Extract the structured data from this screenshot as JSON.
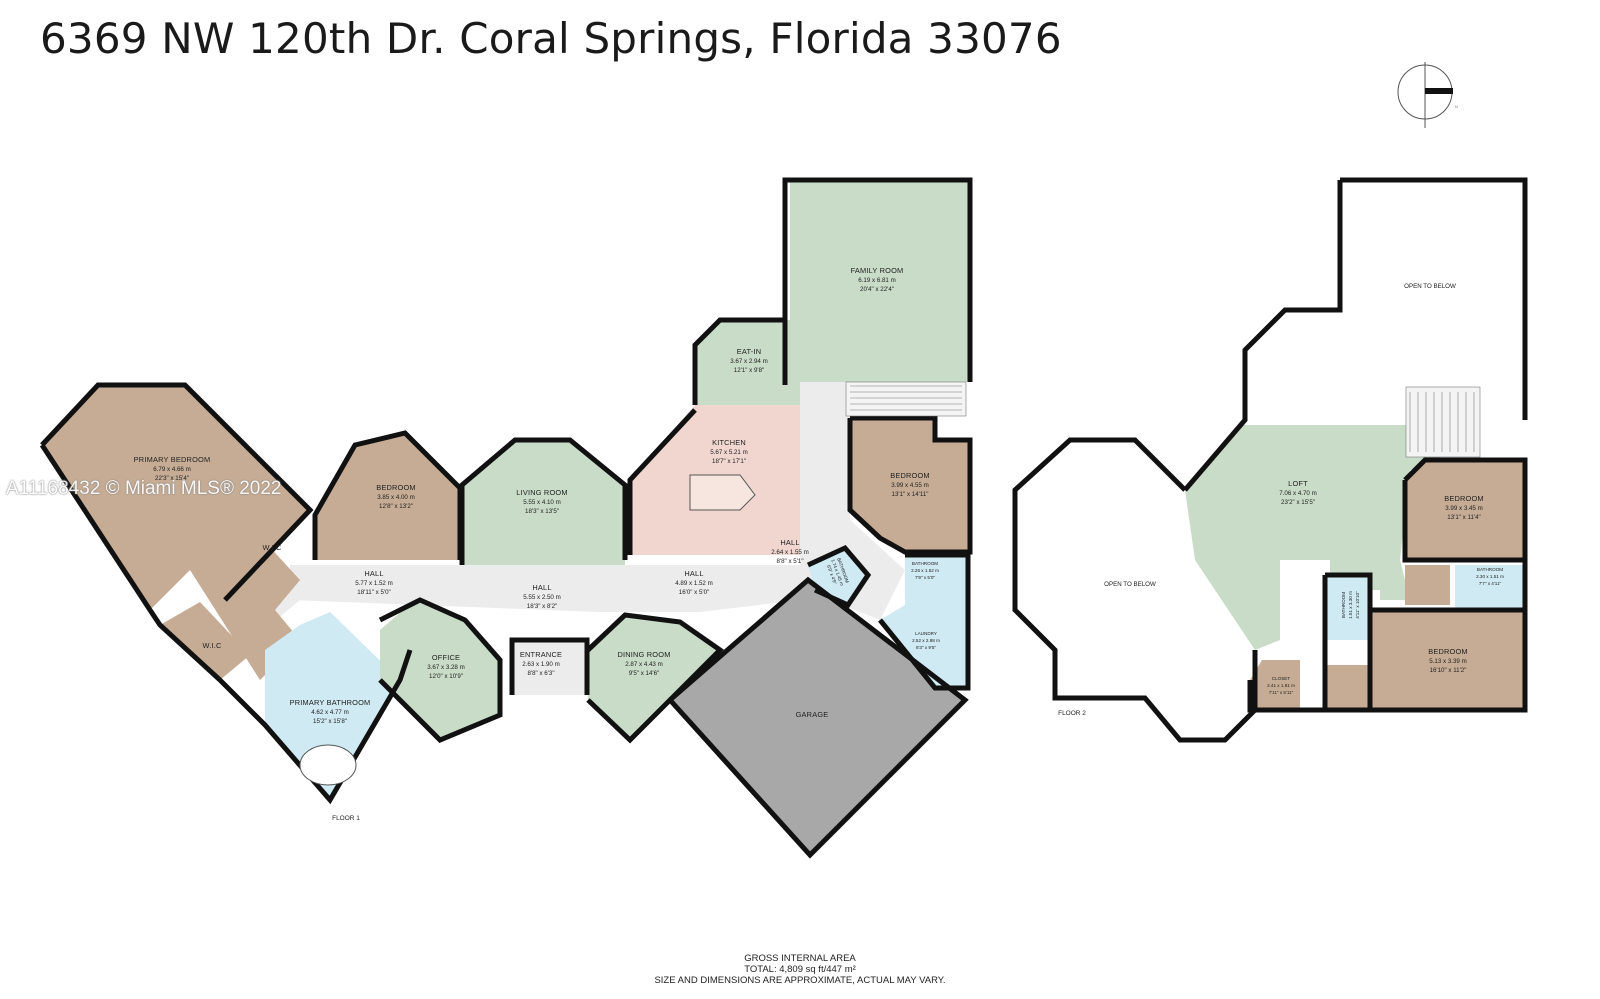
{
  "title": "6369 NW 120th Dr. Coral Springs, Florida 33076",
  "watermark": "A11168432 © Miami MLS® 2022",
  "compass": {
    "label": "N"
  },
  "colors": {
    "green": "#c8dcc8",
    "tan": "#c6ac94",
    "blue": "#cfeaf3",
    "pink": "#f0d6ce",
    "gray": "#a8a8a8",
    "hall": "#ececec"
  },
  "floor1": {
    "label": "FLOOR 1",
    "rooms": {
      "primary_bedroom": {
        "name": "PRIMARY BEDROOM",
        "metric": "6.79 x 4.66 m",
        "imperial": "22'3\" x 15'4\""
      },
      "bedroom_a": {
        "name": "BEDROOM",
        "metric": "3.85 x 4.00 m",
        "imperial": "12'8\" x 13'2\""
      },
      "living_room": {
        "name": "LIVING ROOM",
        "metric": "5.55 x 4.10 m",
        "imperial": "18'3\" x 13'5\""
      },
      "kitchen": {
        "name": "KITCHEN",
        "metric": "5.67 x 5.21 m",
        "imperial": "18'7\" x 17'1\""
      },
      "eat_in": {
        "name": "EAT-IN",
        "metric": "3.67 x 2.94 m",
        "imperial": "12'1\" x 9'8\""
      },
      "family_room": {
        "name": "FAMILY ROOM",
        "metric": "6.19 x 6.81 m",
        "imperial": "20'4\" x 22'4\""
      },
      "bedroom_b": {
        "name": "BEDROOM",
        "metric": "3.99 x 4.55 m",
        "imperial": "13'1\" x 14'11\""
      },
      "hall_right": {
        "name": "HALL",
        "metric": "2.64 x 1.55 m",
        "imperial": "8'8\" x 5'1\""
      },
      "bathroom_small": {
        "name": "BATHROOM",
        "metric": "1.74 x 1.45 m",
        "imperial": "5'9\" x 4'9\""
      },
      "bathroom_b": {
        "name": "BATHROOM",
        "metric": "2.26 x 1.52 m",
        "imperial": "7'9\" x 5'0\""
      },
      "laundry": {
        "name": "LAUNDRY",
        "metric": "2.52 x 2.88 m",
        "imperial": "8'3\" x 9'5\""
      },
      "hall_left": {
        "name": "HALL",
        "metric": "5.77 x 1.52 m",
        "imperial": "18'11\" x 5'0\""
      },
      "hall_center": {
        "name": "HALL",
        "metric": "5.55 x 2.50 m",
        "imperial": "18'3\" x 8'2\""
      },
      "hall_mid": {
        "name": "HALL",
        "metric": "4.89 x 1.52 m",
        "imperial": "16'0\" x 5'0\""
      },
      "wic_a": {
        "name": "W.I.C"
      },
      "wic_b": {
        "name": "W.I.C"
      },
      "office": {
        "name": "OFFICE",
        "metric": "3.67 x 3.28 m",
        "imperial": "12'0\" x 10'9\""
      },
      "entrance": {
        "name": "ENTRANCE",
        "metric": "2.63 x 1.90 m",
        "imperial": "8'8\" x 6'3\""
      },
      "dining_room": {
        "name": "DINING ROOM",
        "metric": "2.87 x 4.43 m",
        "imperial": "9'5\" x 14'6\""
      },
      "primary_bathroom": {
        "name": "PRIMARY BATHROOM",
        "metric": "4.62 x 4.77 m",
        "imperial": "15'2\" x 15'8\""
      },
      "garage": {
        "name": "GARAGE"
      }
    }
  },
  "floor2": {
    "label": "FLOOR 2",
    "rooms": {
      "open_top": {
        "name": "OPEN TO BELOW"
      },
      "open_left": {
        "name": "OPEN TO BELOW"
      },
      "loft": {
        "name": "LOFT",
        "metric": "7.06 x 4.70 m",
        "imperial": "23'2\" x 15'5\""
      },
      "bedroom_c": {
        "name": "BEDROOM",
        "metric": "3.99 x 3.45 m",
        "imperial": "13'1\" x 11'4\""
      },
      "bathroom_c": {
        "name": "BATHROOM",
        "metric": "2.30 x 1.51 m",
        "imperial": "7'7\" x 4'11\""
      },
      "bathroom_d": {
        "name": "BATHROOM",
        "metric": "1.51 x 3.30 m",
        "imperial": "4'11\" x 10'10\""
      },
      "bedroom_d": {
        "name": "BEDROOM",
        "metric": "5.13 x 3.39 m",
        "imperial": "16'10\" x 11'2\""
      },
      "closet": {
        "name": "CLOSET",
        "metric": "2.41 x 1.81 m",
        "imperial": "7'11\" x 5'11\""
      }
    }
  },
  "footer": {
    "line1": "GROSS INTERNAL AREA",
    "line2": "TOTAL: 4,809 sq ft/447 m²",
    "line3": "SIZE AND DIMENSIONS ARE APPROXIMATE, ACTUAL MAY VARY."
  }
}
